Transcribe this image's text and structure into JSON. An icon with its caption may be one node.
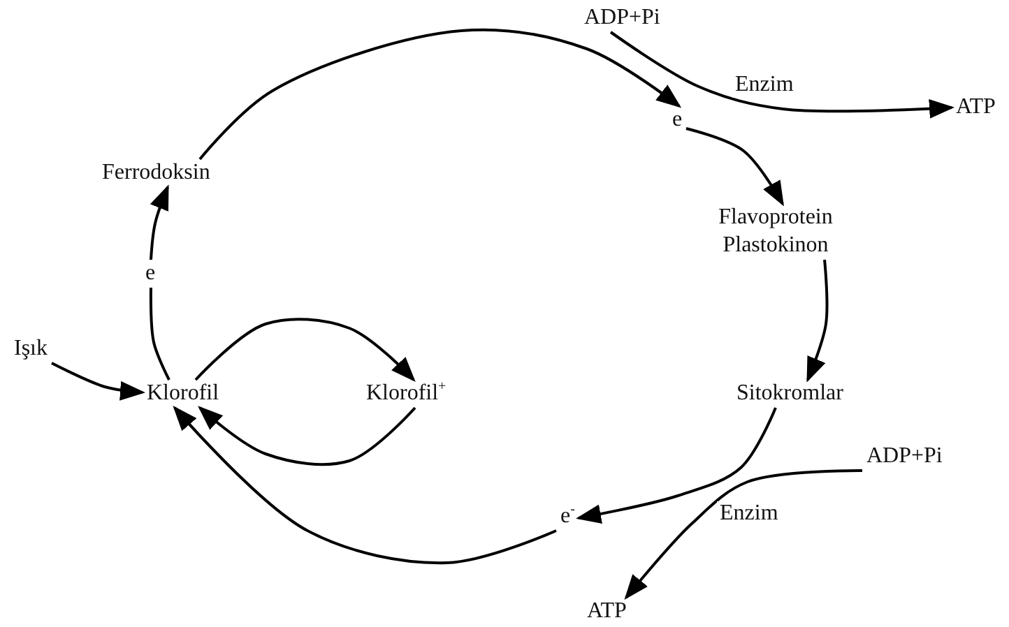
{
  "diagram": {
    "nodes": [
      {
        "text": [
          "Ferrodoksin"
        ]
      },
      {
        "text": [
          "e"
        ]
      },
      {
        "text": [
          "ADP+Pi"
        ]
      },
      {
        "text": [
          "e"
        ]
      },
      {
        "text": [
          "ATP"
        ]
      },
      {
        "text": [
          "Flavoprotein Plastokinon"
        ]
      },
      {
        "text": [
          "Işık"
        ]
      },
      {
        "text": [
          "Klorofil"
        ]
      },
      {
        "text": [
          "Klorofil$^{+}$"
        ]
      },
      {
        "text": [
          "Sitokromlar"
        ]
      },
      {
        "text": [
          "ADP+Pi"
        ]
      },
      {
        "text": [
          "e$^{-}$"
        ]
      },
      {
        "text": [
          "ATP"
        ]
      }
    ],
    "edges": [
      {
        "from": 7,
        "to": 1,
        "arrow": "none"
      },
      {
        "from": 1,
        "to": 0,
        "arrow": "to"
      },
      {
        "from": 0,
        "to": 3,
        "arrow": "to"
      },
      {
        "from": 2,
        "to": 4,
        "arrow": "to",
        "label": "Enzim"
      },
      {
        "from": 3,
        "to": 5,
        "arrow": "to"
      },
      {
        "from": 5,
        "to": 9,
        "arrow": "to"
      },
      {
        "from": 9,
        "to": 11,
        "arrow": "to"
      },
      {
        "from": 10,
        "to": 12,
        "arrow": "to",
        "label": "Enzim"
      },
      {
        "from": 11,
        "to": 7,
        "arrow": "to"
      },
      {
        "from": 6,
        "to": 7,
        "arrow": "to"
      },
      {
        "from": 7,
        "to": 8,
        "arrow": "to"
      },
      {
        "from": 8,
        "to": 7,
        "arrow": "to"
      }
    ]
  }
}
